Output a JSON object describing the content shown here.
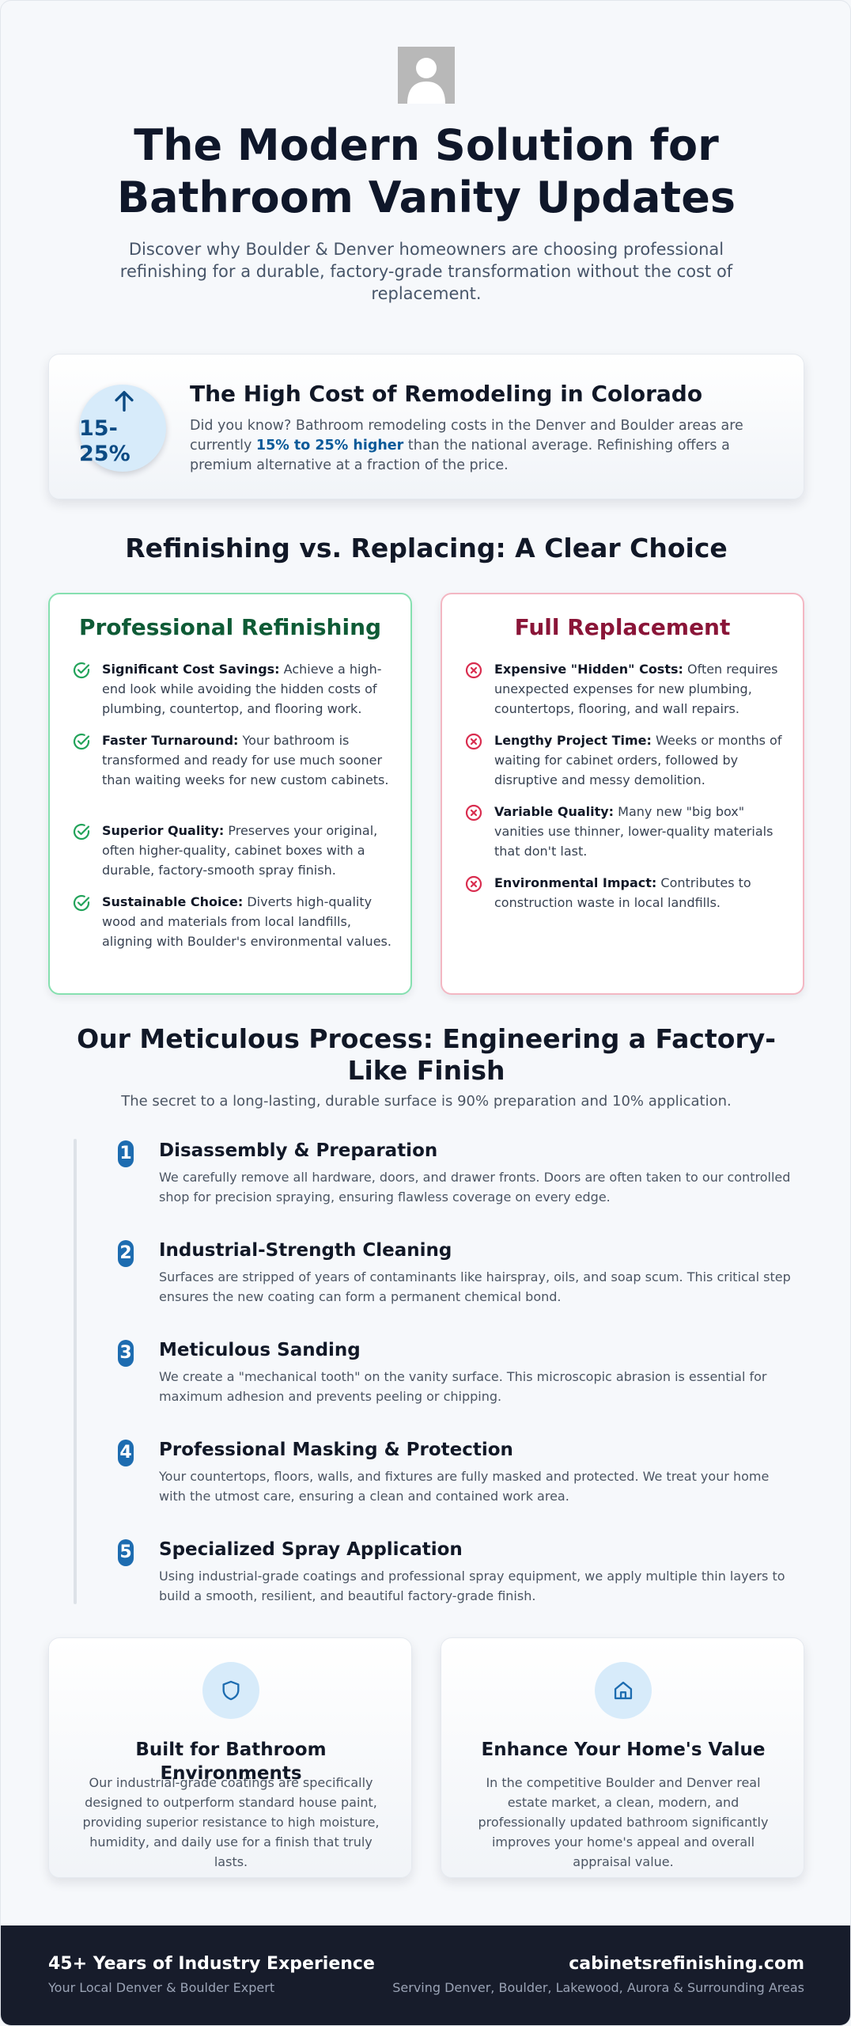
{
  "header": {
    "logo_icon": "user-silhouette-icon",
    "title": "The Modern Solution for Bathroom Vanity Updates",
    "subtitle": "Discover why Boulder & Denver homeowners are choosing professional refinishing for a durable, factory-grade transformation without the cost of replacement."
  },
  "stat": {
    "icon": "arrow-up-icon",
    "value": "15-25%",
    "title": "The High Cost of Remodeling in Colorado",
    "body_before": "Did you know? Bathroom remodeling costs in the Denver and Boulder areas are currently ",
    "body_highlight": "15% to 25% higher",
    "body_after": " than the national average. Refinishing offers a premium alternative at a fraction of the price."
  },
  "comparison": {
    "title": "Refinishing vs. Replacing: A Clear Choice",
    "refinishing": {
      "title": "Professional Refinishing",
      "accent": "#22a35a",
      "items": [
        {
          "label": "Significant Cost Savings:",
          "text": " Achieve a high-end look while avoiding the hidden costs of plumbing, countertop, and flooring work."
        },
        {
          "label": "Faster Turnaround:",
          "text": " Your bathroom is transformed and ready for use much sooner than waiting weeks for new custom cabinets."
        },
        {
          "label": "Superior Quality:",
          "text": " Preserves your original, often higher-quality, cabinet boxes with a durable, factory-smooth spray finish."
        },
        {
          "label": "Sustainable Choice:",
          "text": " Diverts high-quality wood and materials from local landfills, aligning with Boulder's environmental values."
        }
      ]
    },
    "replacement": {
      "title": "Full Replacement",
      "accent": "#d92d4f",
      "items": [
        {
          "label": "Expensive \"Hidden\" Costs:",
          "text": " Often requires unexpected expenses for new plumbing, countertops, flooring, and wall repairs."
        },
        {
          "label": "Lengthy Project Time:",
          "text": " Weeks or months of waiting for cabinet orders, followed by disruptive and messy demolition."
        },
        {
          "label": "Variable Quality:",
          "text": " Many new \"big box\" vanities use thinner, lower-quality materials that don't last."
        },
        {
          "label": "Environmental Impact:",
          "text": " Contributes to construction waste in local landfills."
        }
      ]
    }
  },
  "process": {
    "title": "Our Meticulous Process: Engineering a Factory-Like Finish",
    "subtitle": "The secret to a long-lasting, durable surface is 90% preparation and 10% application.",
    "steps": [
      {
        "num": "1",
        "title": "Disassembly & Preparation",
        "desc": "We carefully remove all hardware, doors, and drawer fronts. Doors are often taken to our controlled shop for precision spraying, ensuring flawless coverage on every edge."
      },
      {
        "num": "2",
        "title": "Industrial-Strength Cleaning",
        "desc": "Surfaces are stripped of years of contaminants like hairspray, oils, and soap scum. This critical step ensures the new coating can form a permanent chemical bond."
      },
      {
        "num": "3",
        "title": "Meticulous Sanding",
        "desc": "We create a \"mechanical tooth\" on the vanity surface. This microscopic abrasion is essential for maximum adhesion and prevents peeling or chipping."
      },
      {
        "num": "4",
        "title": "Professional Masking & Protection",
        "desc": "Your countertops, floors, walls, and fixtures are fully masked and protected. We treat your home with the utmost care, ensuring a clean and contained work area."
      },
      {
        "num": "5",
        "title": "Specialized Spray Application",
        "desc": "Using industrial-grade coatings and professional spray equipment, we apply multiple thin layers to build a smooth, resilient, and beautiful factory-grade finish."
      }
    ]
  },
  "features": [
    {
      "icon": "shield-icon",
      "title": "Built for Bathroom Environments",
      "desc": "Our industrial-grade coatings are specifically designed to outperform standard house paint, providing superior resistance to high moisture, humidity, and daily use for a finish that truly lasts."
    },
    {
      "icon": "home-icon",
      "title": "Enhance Your Home's Value",
      "desc": "In the competitive Boulder and Denver real estate market, a clean, modern, and professionally updated bathroom significantly improves your home's appeal and overall appraisal value."
    }
  ],
  "footer": {
    "experience": "45+ Years of Industry Experience",
    "tagline": "Your Local Denver & Boulder Expert",
    "website": "cabinetsrefinishing.com",
    "service_area": "Serving Denver, Boulder, Lakewood, Aurora & Surrounding Areas"
  },
  "colors": {
    "brand_blue": "#1d6cb0",
    "highlight_blue": "#0b5a99",
    "footer_bg": "#171c2b",
    "badge_bg": "#d7ebfa"
  }
}
